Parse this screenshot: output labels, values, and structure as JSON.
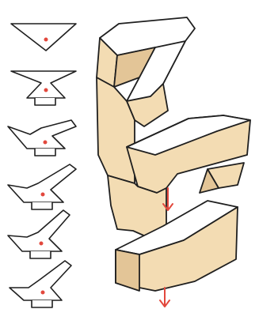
{
  "colors": {
    "block_fill": "#f3dcb3",
    "block_shade": "#e3c597",
    "top_face": "#ffffff",
    "stroke": "#1f1f1f",
    "center_marker": "#e2483d",
    "load_arrow": "#e2483d",
    "background": "#ffffff"
  },
  "diagram": {
    "left_column": {
      "description_icon": "plan-section-sequence",
      "steps": [
        {
          "id": "step-1",
          "shape": "inverted-triangle"
        },
        {
          "id": "step-2",
          "shape": "triangle-with-base"
        },
        {
          "id": "step-3",
          "shape": "triangle-with-arm-left"
        },
        {
          "id": "step-4",
          "shape": "triangle-with-arm-up"
        },
        {
          "id": "step-5",
          "shape": "triangle-with-arm-steep"
        },
        {
          "id": "step-6",
          "shape": "triangle-with-arm-vertical"
        }
      ]
    },
    "right_block": {
      "icon": "stacked-folded-volume",
      "arrows": [
        {
          "id": "load-arrow-upper",
          "direction": "down"
        },
        {
          "id": "load-arrow-lower",
          "direction": "down"
        }
      ]
    }
  }
}
